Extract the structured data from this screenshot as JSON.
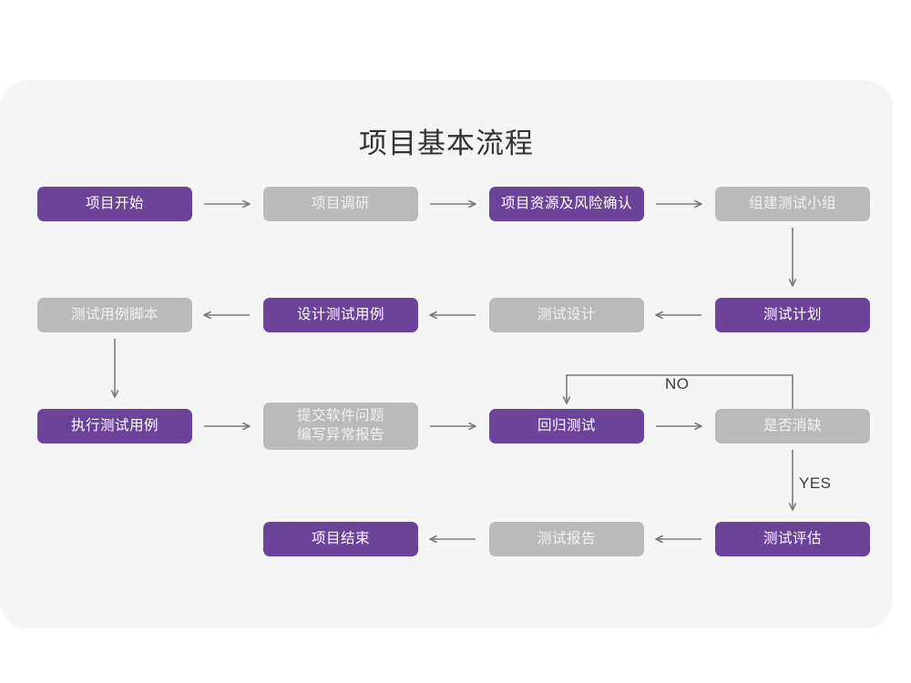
{
  "panel": {
    "background_color": "#f5f5f5",
    "page_background_color": "#ffffff"
  },
  "title": "项目基本流程",
  "colors": {
    "purple": "#6b4398",
    "gray": "#bababa",
    "arrow": "#7a7a7a",
    "title_text": "#333333"
  },
  "legend": {
    "purple_meaning": "purple-node",
    "gray_meaning": "gray-node"
  },
  "nodes": [
    {
      "id": "n1",
      "label": "项目开始",
      "style": "purple",
      "row": 1,
      "col": 1
    },
    {
      "id": "n2",
      "label": "项目调研",
      "style": "gray",
      "row": 1,
      "col": 2
    },
    {
      "id": "n3",
      "label": "项目资源及风险确认",
      "style": "purple",
      "row": 1,
      "col": 3
    },
    {
      "id": "n4",
      "label": "组建测试小组",
      "style": "gray",
      "row": 1,
      "col": 4
    },
    {
      "id": "n5",
      "label": "测试用例脚本",
      "style": "gray",
      "row": 2,
      "col": 1
    },
    {
      "id": "n6",
      "label": "设计测试用例",
      "style": "purple",
      "row": 2,
      "col": 2
    },
    {
      "id": "n7",
      "label": "测试设计",
      "style": "gray",
      "row": 2,
      "col": 3
    },
    {
      "id": "n8",
      "label": "测试计划",
      "style": "purple",
      "row": 2,
      "col": 4
    },
    {
      "id": "n9",
      "label": "执行测试用例",
      "style": "purple",
      "row": 3,
      "col": 1
    },
    {
      "id": "n10",
      "label": "提交软件问题\n编写异常报告",
      "style": "gray",
      "row": 3,
      "col": 2
    },
    {
      "id": "n11",
      "label": "回归测试",
      "style": "purple",
      "row": 3,
      "col": 3
    },
    {
      "id": "n12",
      "label": "是否消缺",
      "style": "gray",
      "row": 3,
      "col": 4
    },
    {
      "id": "n13",
      "label": "项目结束",
      "style": "purple",
      "row": 4,
      "col": 2
    },
    {
      "id": "n14",
      "label": "测试报告",
      "style": "gray",
      "row": 4,
      "col": 3
    },
    {
      "id": "n15",
      "label": "测试评估",
      "style": "purple",
      "row": 4,
      "col": 4
    }
  ],
  "edges": [
    {
      "from": "n1",
      "to": "n2",
      "direction": "right",
      "label": ""
    },
    {
      "from": "n2",
      "to": "n3",
      "direction": "right",
      "label": ""
    },
    {
      "from": "n3",
      "to": "n4",
      "direction": "right",
      "label": ""
    },
    {
      "from": "n4",
      "to": "n8",
      "direction": "down",
      "label": ""
    },
    {
      "from": "n8",
      "to": "n7",
      "direction": "left",
      "label": ""
    },
    {
      "from": "n7",
      "to": "n6",
      "direction": "left",
      "label": ""
    },
    {
      "from": "n6",
      "to": "n5",
      "direction": "left",
      "label": ""
    },
    {
      "from": "n5",
      "to": "n9",
      "direction": "down",
      "label": ""
    },
    {
      "from": "n9",
      "to": "n10",
      "direction": "right",
      "label": ""
    },
    {
      "from": "n10",
      "to": "n11",
      "direction": "right",
      "label": ""
    },
    {
      "from": "n11",
      "to": "n12",
      "direction": "right",
      "label": ""
    },
    {
      "from": "n12",
      "to": "n11",
      "direction": "loop-up-left",
      "label": "NO"
    },
    {
      "from": "n12",
      "to": "n15",
      "direction": "down",
      "label": "YES"
    },
    {
      "from": "n15",
      "to": "n14",
      "direction": "left",
      "label": ""
    },
    {
      "from": "n14",
      "to": "n13",
      "direction": "left",
      "label": ""
    }
  ],
  "edge_labels": {
    "no": "NO",
    "yes": "YES"
  }
}
